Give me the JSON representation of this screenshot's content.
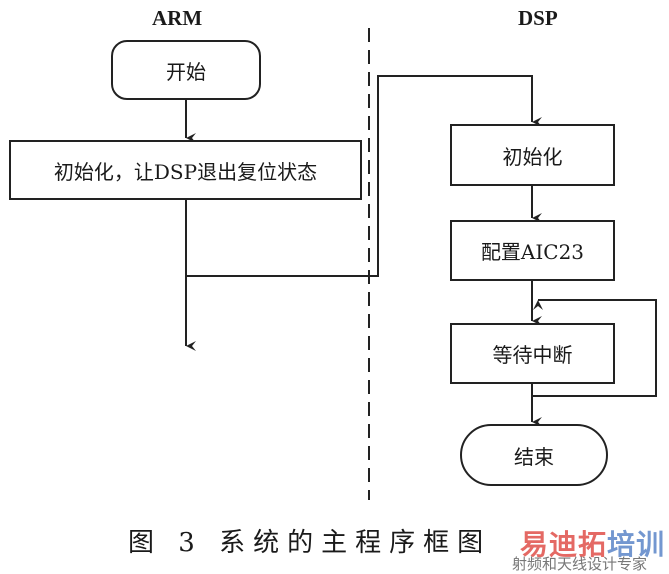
{
  "lanes": {
    "left": "ARM",
    "right": "DSP"
  },
  "nodes": {
    "start": "开始",
    "arm_init": "初始化，让DSP退出复位状态",
    "dsp_init": "初始化",
    "config": "配置AIC23",
    "wait": "等待中断",
    "end": "结束"
  },
  "caption": "图 3  系统的主程序框图",
  "watermark": {
    "chars": [
      {
        "text": "易",
        "color": "#e0504a"
      },
      {
        "text": "迪",
        "color": "#e0504a"
      },
      {
        "text": "拓",
        "color": "#e0504a"
      },
      {
        "text": "培",
        "color": "#5b86c8"
      },
      {
        "text": "训",
        "color": "#5b86c8"
      }
    ],
    "subtitle": "射频和天线设计专家"
  }
}
